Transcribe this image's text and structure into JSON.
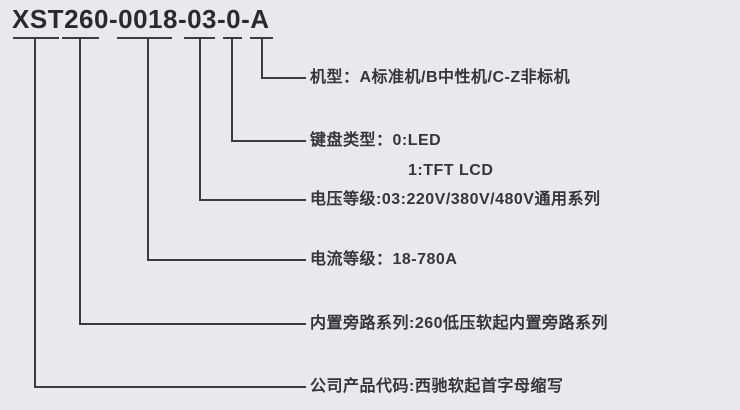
{
  "diagram": {
    "model_code": "XST260-0018-03-0-A",
    "segments": [
      "XST",
      "260",
      "0018",
      "03",
      "0",
      "A"
    ],
    "rows": [
      {
        "text": "机型：A标准机/B中性机/C-Z非标机"
      },
      {
        "text": "键盘类型：0:LED",
        "text2": "1:TFT LCD"
      },
      {
        "text": "电压等级:03:220V/380V/480V通用系列"
      },
      {
        "text": "电流等级：18-780A"
      },
      {
        "text": "内置旁路系列:260低压软起内置旁路系列"
      },
      {
        "text": "公司产品代码:西驰软起首字母缩写"
      }
    ],
    "colors": {
      "background": "#e9e9eb",
      "line": "#3c3c3e",
      "title_text": "#2a2a2c",
      "label_text": "#363638"
    }
  }
}
